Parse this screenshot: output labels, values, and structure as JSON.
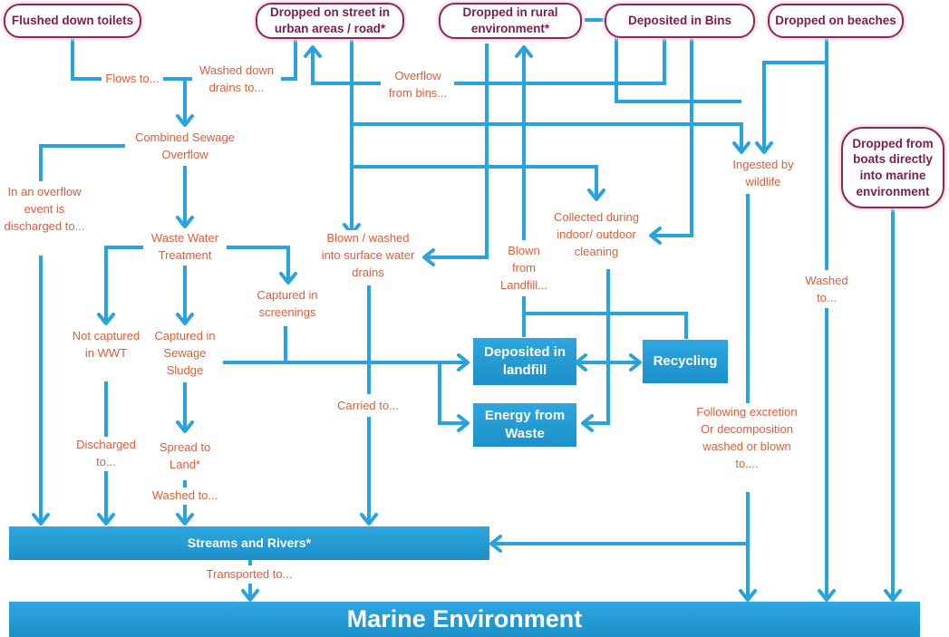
{
  "title": "Pathways of litter to the marine environment",
  "colors": {
    "connector": "#29a3dc",
    "source_border": "#8b2a5a",
    "source_text": "#7a1f4f",
    "label_text": "#d9603a",
    "box_fill": "#2ea6df",
    "box_text": "#ffffff"
  },
  "sources": {
    "toilets": "Flushed down toilets",
    "street": "Dropped on street in urban areas / road*",
    "rural": "Dropped in rural environment*",
    "bins": "Deposited in Bins",
    "beaches": "Dropped on beaches",
    "boats": "Dropped from boats directly into marine environment"
  },
  "boxes": {
    "landfill": "Deposited in landfill",
    "recycling": "Recycling",
    "energy": "Energy from Waste",
    "streams": "Streams and Rivers*",
    "marine": "Marine Environment"
  },
  "labels": {
    "flows_to": "Flows to...",
    "washed_down_drains": "Washed down drains to...",
    "overflow_bins": "Overflow from bins...",
    "cso": "Combined Sewage Overflow",
    "overflow_event": "In an overflow event is discharged to...",
    "wwt": "Waste Water Treatment",
    "not_captured": "Not captured in WWT",
    "captured_sludge": "Captured in Sewage Sludge",
    "captured_screenings": "Captured in screenings",
    "discharged_to": "Discharged to...",
    "spread_to_land": "Spread to Land*",
    "washed_to_1": "Washed to...",
    "blown_washed": "Blown / washed into surface water drains",
    "carried_to": "Carried to...",
    "blown_landfill": "Blown from Landfill...",
    "collected_cleaning": "Collected during indoor/ outdoor cleaning",
    "ingested": "Ingested by wildlife",
    "following_excretion": "Following excretion Or decomposition washed or blown to....",
    "washed_to_2": "Washed to...",
    "transported_to": "Transported to..."
  }
}
